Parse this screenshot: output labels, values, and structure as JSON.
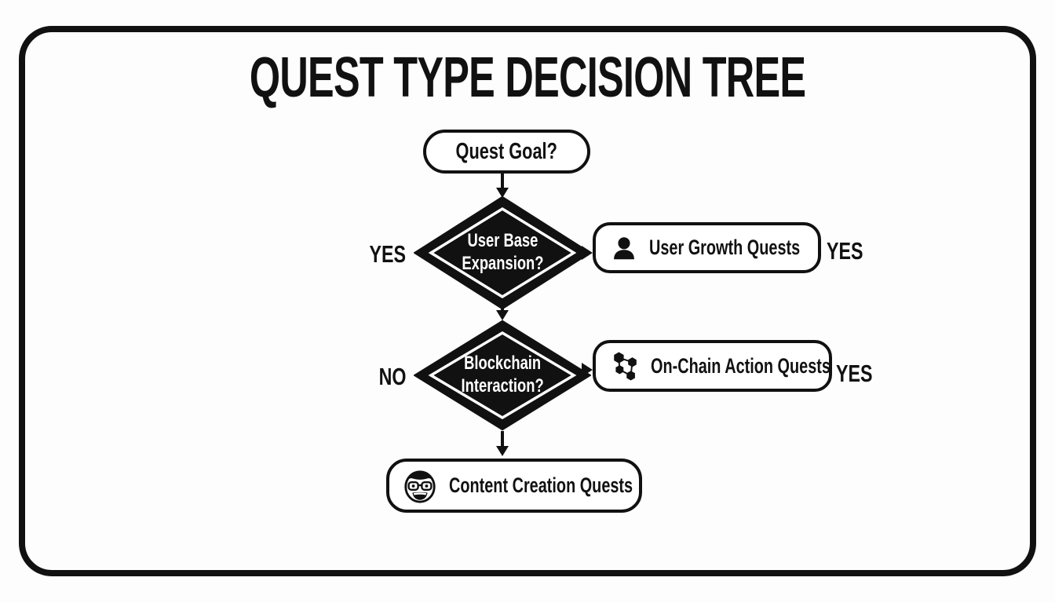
{
  "title": "QUEST TYPE DECISION TREE",
  "colors": {
    "ink": "#111111",
    "paper": "#fdfdfd",
    "diamond_fill": "#111111",
    "diamond_text": "#ffffff"
  },
  "flowchart": {
    "start": {
      "label": "Quest Goal?"
    },
    "decisions": [
      {
        "line1": "User Base",
        "line2": "Expansion?",
        "left_branch_label": "YES",
        "right_branch_label": "YES",
        "result": {
          "icon": "user-icon",
          "label": "User Growth Quests"
        }
      },
      {
        "line1": "Blockchain",
        "line2": "Interaction?",
        "left_branch_label": "NO",
        "right_branch_label": "YES",
        "result": {
          "icon": "blockchain-icon",
          "label": "On-Chain Action Quests"
        }
      }
    ],
    "fallback": {
      "icon": "creator-face-icon",
      "label": "Content Creation Quests"
    }
  }
}
